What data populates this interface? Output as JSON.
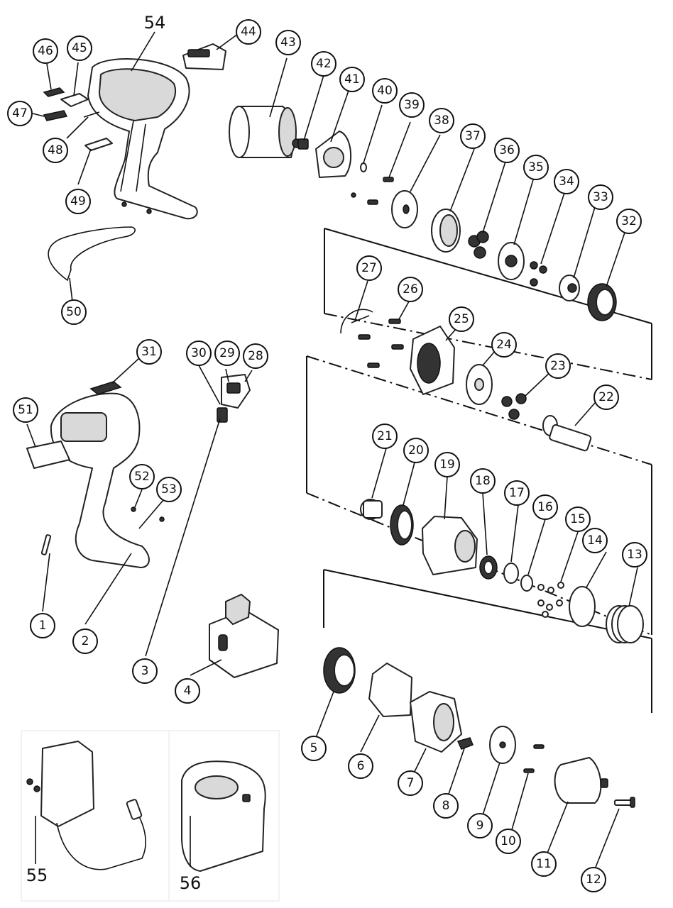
{
  "title": "",
  "accent_color": "#111111",
  "callouts": [
    "1",
    "2",
    "3",
    "4",
    "5",
    "6",
    "7",
    "8",
    "9",
    "10",
    "11",
    "12",
    "13",
    "14",
    "15",
    "16",
    "17",
    "18",
    "19",
    "20",
    "21",
    "22",
    "23",
    "24",
    "25",
    "26",
    "27",
    "28",
    "29",
    "30",
    "31",
    "32",
    "33",
    "34",
    "35",
    "36",
    "37",
    "38",
    "39",
    "40",
    "41",
    "42",
    "43",
    "44",
    "45",
    "46",
    "47",
    "48",
    "49",
    "50",
    "51",
    "52",
    "53"
  ],
  "inset_labels": [
    "54",
    "55",
    "56"
  ]
}
